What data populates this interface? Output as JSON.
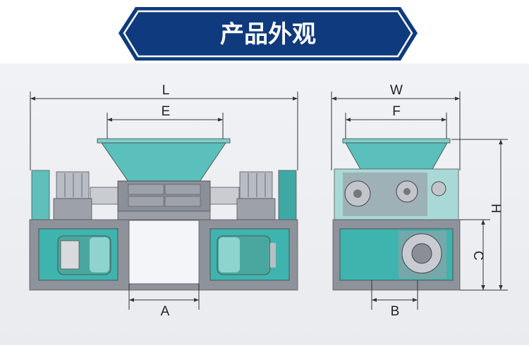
{
  "header": {
    "title": "产品外观"
  },
  "front_view": {
    "dims": {
      "L": "L",
      "E": "E",
      "A": "A"
    }
  },
  "side_view": {
    "dims": {
      "W": "W",
      "F": "F",
      "H": "H",
      "C": "C",
      "B": "B"
    }
  },
  "colors": {
    "banner": "#0f3a7e",
    "teal": "#4fb8b3",
    "frame": "#8e929b",
    "background": "#eef0f3"
  }
}
